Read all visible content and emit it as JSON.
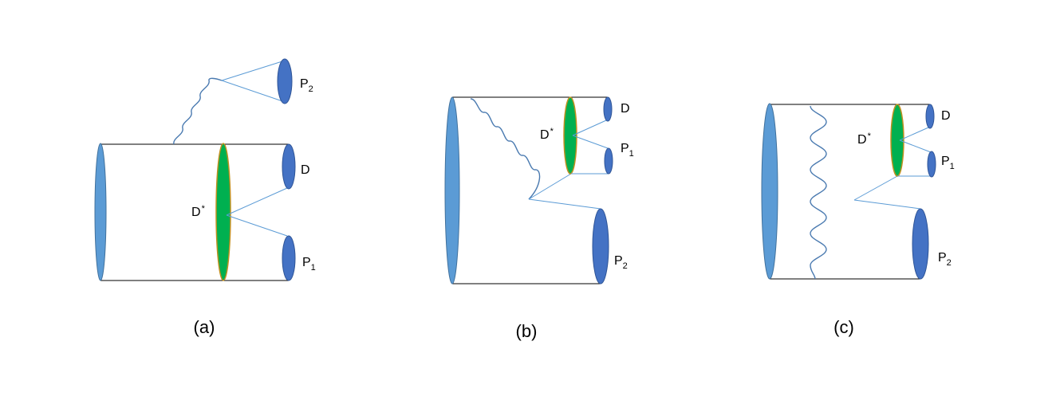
{
  "colors": {
    "meson_light": "#5b9bd5",
    "meson_dark": "#4472c4",
    "meson_edge": "#2f5597",
    "resonance_fill": "#00b050",
    "resonance_edge": "#c09020",
    "line": "#000000",
    "thin_line": "#5b9bd5",
    "gluon": "#4a7ab0"
  },
  "panels": [
    {
      "id": "a",
      "caption": "(a)",
      "labels": {
        "dstar": "D",
        "dstar_sup": "*",
        "d": "D",
        "p1": "P",
        "p1_sub": "1",
        "p2": "P",
        "p2_sub": "2"
      }
    },
    {
      "id": "b",
      "caption": "(b)",
      "labels": {
        "dstar": "D",
        "dstar_sup": "*",
        "d": "D",
        "p1": "P",
        "p1_sub": "1",
        "p2": "P",
        "p2_sub": "2"
      }
    },
    {
      "id": "c",
      "caption": "(c)",
      "labels": {
        "dstar": "D",
        "dstar_sup": "*",
        "d": "D",
        "p1": "P",
        "p1_sub": "1",
        "p2": "P",
        "p2_sub": "2"
      }
    }
  ]
}
